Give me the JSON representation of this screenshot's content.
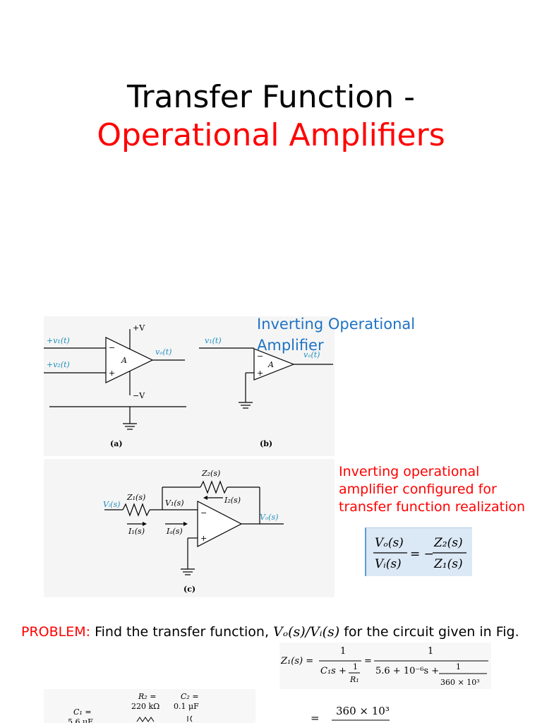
{
  "title": {
    "line1": "Transfer Function -",
    "line2": "Operational Amplifiers"
  },
  "notes": {
    "inverting_title": "Inverting Operational Amplifier",
    "inverting_desc": "Inverting operational amplifier configured for transfer function realization"
  },
  "fig_top": {
    "a": {
      "v1": "+v₁(t)",
      "v2": "+v₂(t)",
      "vplus": "+V",
      "vminus": "−V",
      "gain": "A",
      "vo": "vₒ(t)",
      "minus": "−",
      "plus": "+",
      "caption": "(a)"
    },
    "b": {
      "v1": "v₁(t)",
      "gain": "A",
      "vo": "vₒ(t)",
      "minus": "−",
      "plus": "+",
      "caption": "(b)"
    }
  },
  "fig_c": {
    "vi": "Vᵢ(s)",
    "z1": "Z₁(s)",
    "z2": "Z₂(s)",
    "v1": "V₁(s)",
    "i1": "I₁(s)",
    "ia": "Iₐ(s)",
    "i2": "I₂(s)",
    "vo": "Vₒ(s)",
    "minus": "−",
    "plus": "+",
    "caption": "(c)"
  },
  "formula": {
    "num_left": "Vₒ(s)",
    "den_left": "Vᵢ(s)",
    "eq": "= −",
    "num_right": "Z₂(s)",
    "den_right": "Z₁(s)"
  },
  "problem": {
    "label": "PROBLEM:",
    "text": " Find the transfer function, ",
    "math": "Vₒ(s)/Vᵢ(s)",
    "tail": " for the circuit given in Fig."
  },
  "z1_eq": {
    "lhs": "Z₁(s) =",
    "n1": "1",
    "d1a": "C₁s +",
    "d1b_num": "1",
    "d1b_den": "R₁",
    "eq": "=",
    "n2": "1",
    "d2a": "5.6 + 10⁻⁶s +",
    "d2b_num": "1",
    "d2b_den": "360 × 10³"
  },
  "bottom": {
    "r2": "R₂ =",
    "r2v": "220 kΩ",
    "c2": "C₂ =",
    "c2v": "0.1 μF",
    "c1": "C₁ =",
    "c1v": "5.6 μF",
    "eq2": "360 × 10³"
  }
}
